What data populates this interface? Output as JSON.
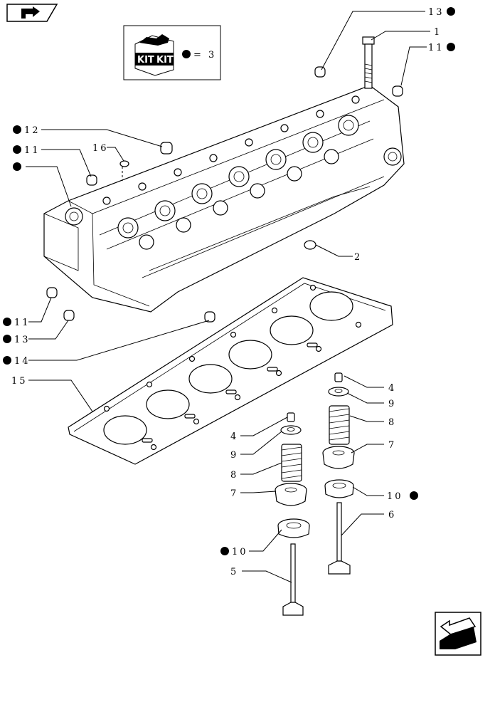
{
  "kit_box": {
    "label_1": "KIT",
    "label_2": "KIT",
    "equals_text": "= 3"
  },
  "callouts": {
    "c13_top": "13",
    "c1": "1",
    "c11_top": "11",
    "c12": "12",
    "c11_left": "11",
    "c16": "16",
    "c_head": "",
    "c2": "2",
    "c11_low": "11",
    "c13_low": "13",
    "c14": "14",
    "c15": "15",
    "c4_right": "4",
    "c9_right": "9",
    "c8_right": "8",
    "c7_right": "7",
    "c10_right": "10",
    "c6": "6",
    "c4_left": "4",
    "c9_left": "9",
    "c8_left": "8",
    "c7_left": "7",
    "c10_left": "10",
    "c5": "5"
  },
  "icons": {
    "top_left": "back-arrow-icon",
    "bottom_right": "forward-arrow-icon",
    "kit": "kit-box-icon"
  },
  "colors": {
    "line": "#000000",
    "background": "#ffffff"
  }
}
